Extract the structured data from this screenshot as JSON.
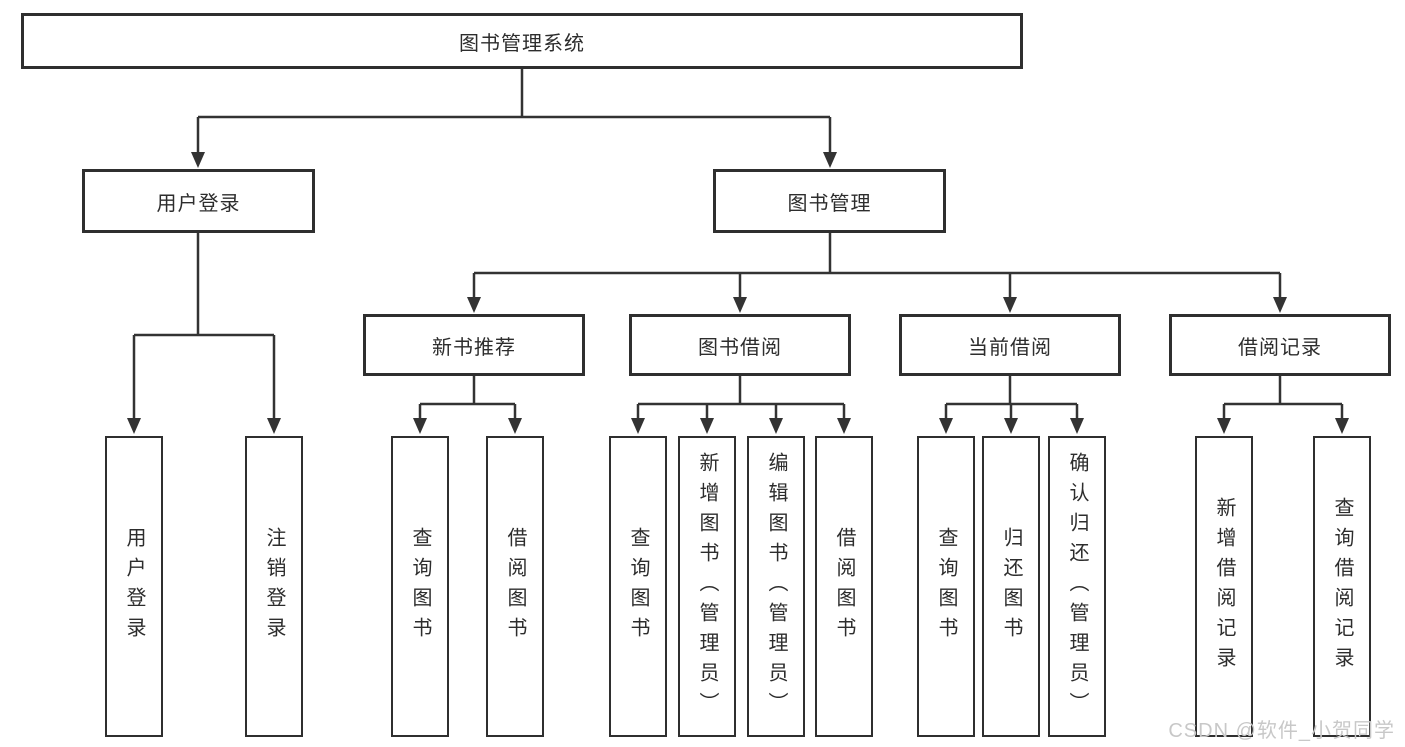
{
  "diagram": {
    "root": "图书管理系统",
    "branches": {
      "user_login": {
        "label": "用户登录",
        "children": [
          "用户登录",
          "注销登录"
        ]
      },
      "book_management": {
        "label": "图书管理",
        "sections": {
          "new_book_recommend": {
            "label": "新书推荐",
            "children": [
              "查询图书",
              "借阅图书"
            ]
          },
          "book_borrow": {
            "label": "图书借阅",
            "children": [
              "查询图书",
              "新增图书（管理员）",
              "编辑图书（管理员）",
              "借阅图书"
            ]
          },
          "current_borrow": {
            "label": "当前借阅",
            "children": [
              "查询图书",
              "归还图书",
              "确认归还（管理员）"
            ]
          },
          "borrow_record": {
            "label": "借阅记录",
            "children": [
              "新增借阅记录",
              "查询借阅记录"
            ]
          }
        }
      }
    }
  },
  "watermark": "CSDN @软件_小贺同学",
  "colors": {
    "line": "#333333",
    "text": "#2d2d2d",
    "box_border": "#2f2f2f",
    "background": "#ffffff",
    "watermark": "#c8c8c8"
  }
}
